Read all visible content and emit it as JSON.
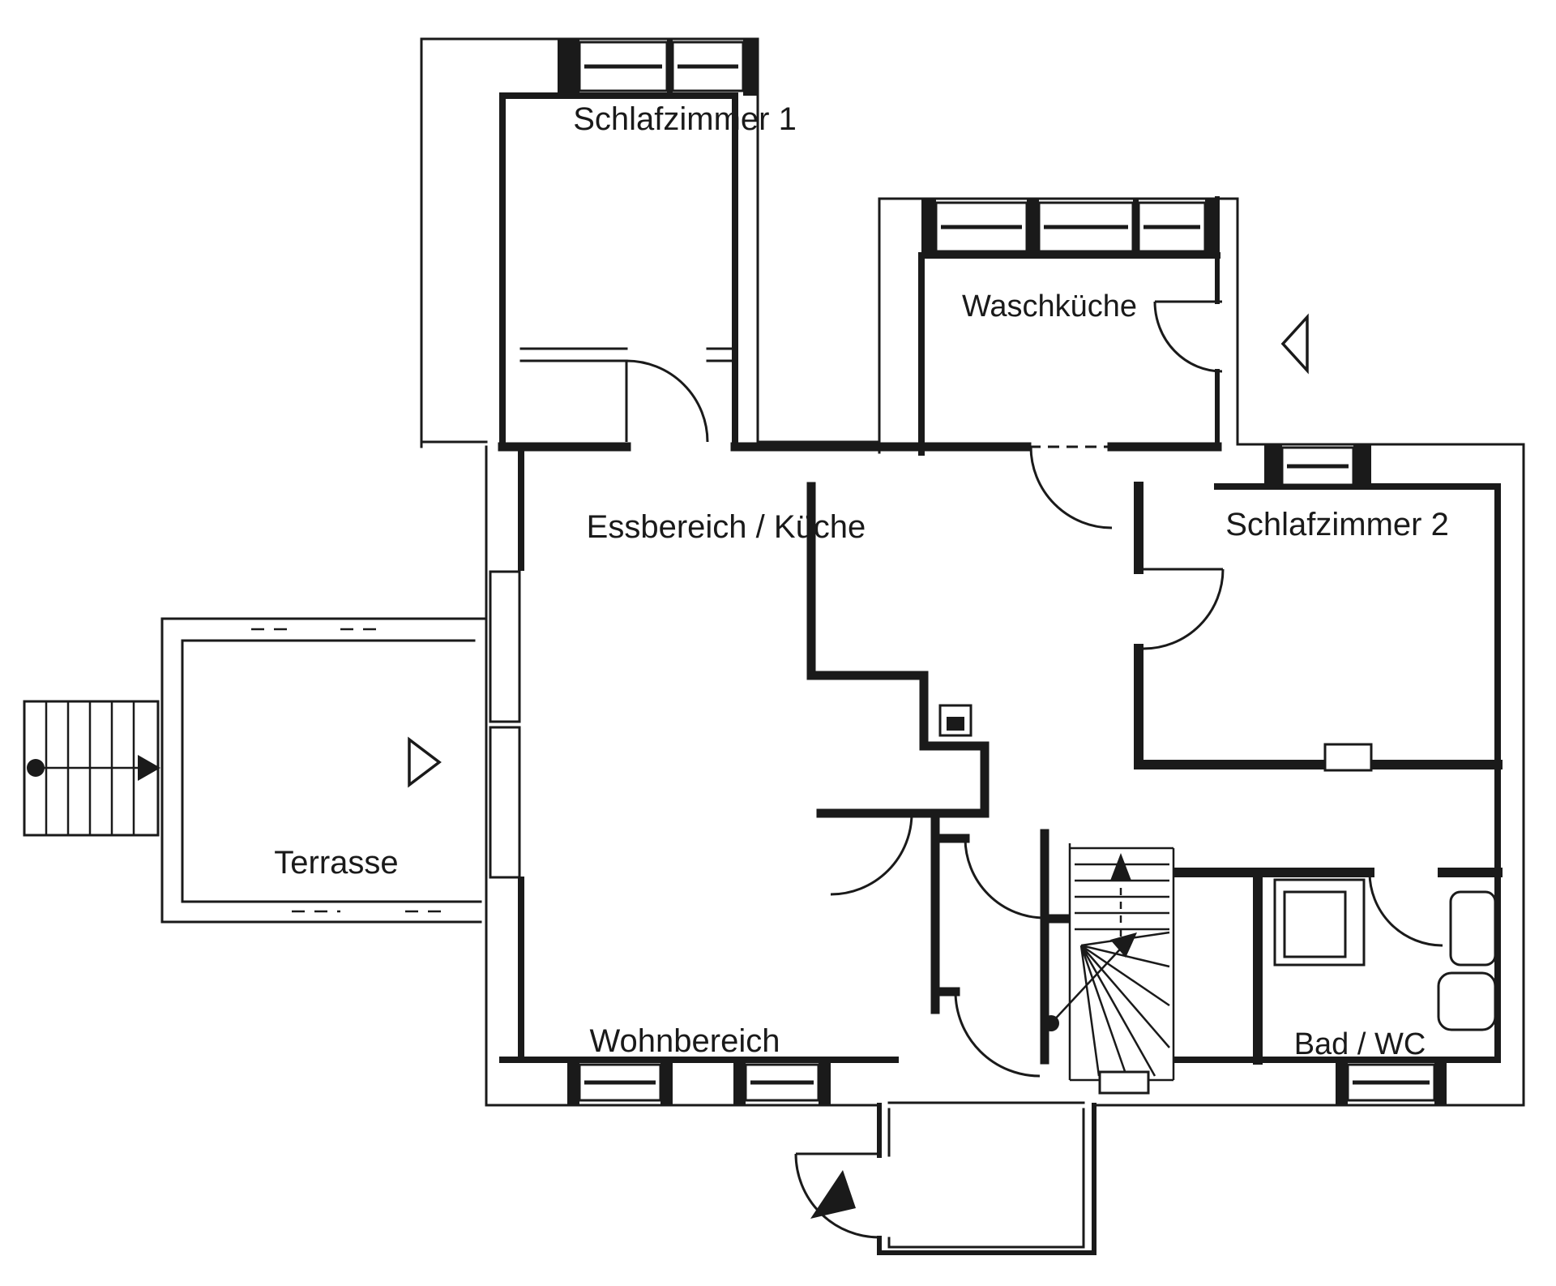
{
  "diagram": {
    "type": "floor-plan",
    "title": "Grundriss Wohnung",
    "ink_color": "#1a1a1a",
    "background_color": "#ffffff",
    "rooms": {
      "schlafzimmer1": {
        "label": "Schlafzimmer 1"
      },
      "waschkueche": {
        "label": "Waschküche"
      },
      "essbereich": {
        "label": "Essbereich / Küche"
      },
      "schlafzimmer2": {
        "label": "Schlafzimmer 2"
      },
      "terrasse": {
        "label": "Terrasse"
      },
      "wohnbereich": {
        "label": "Wohnbereich"
      },
      "bad": {
        "label": "Bad / WC"
      }
    },
    "features": [
      "exterior-stairs-with-direction-arrow",
      "interior-winder-staircase-with-up-arrow",
      "entrance-triangle-marker-east",
      "terrace-door-triangle-marker-west",
      "entrance-porch-with-door-arrow",
      "chimney-block",
      "shower",
      "washbasin",
      "wc",
      "door-swing-arcs",
      "window-symbols"
    ]
  }
}
